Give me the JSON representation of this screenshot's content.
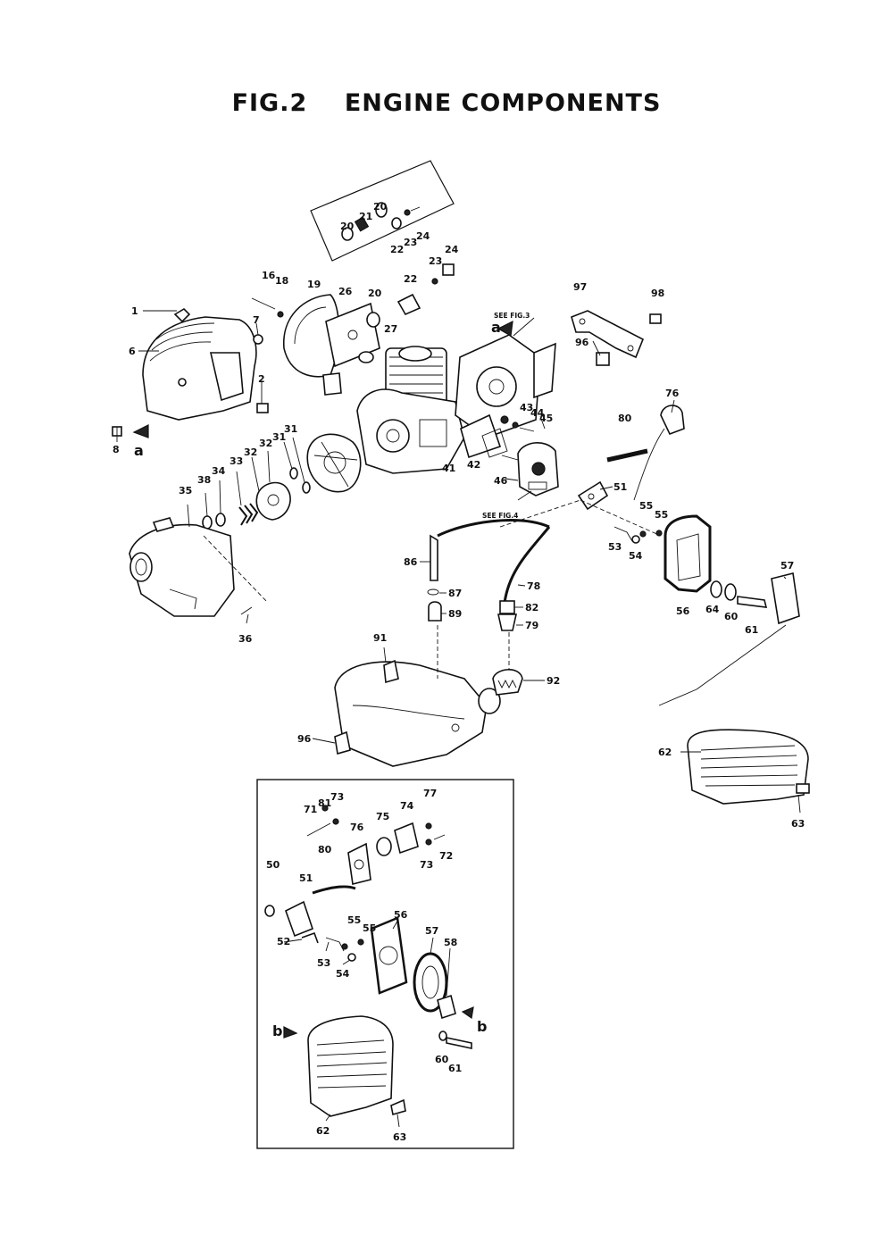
{
  "title": "FIG.2    ENGINE COMPONENTS",
  "references": {
    "fig3": "SEE FIG.3",
    "fig4": "SEE FIG.4"
  },
  "arrow_labels": {
    "a_top": "a",
    "a_left": "a",
    "b_left": "b",
    "b_right": "b"
  },
  "labels": [
    {
      "id": "l20a",
      "text": "20"
    },
    {
      "id": "l21",
      "text": "21"
    },
    {
      "id": "l20b",
      "text": "20"
    },
    {
      "id": "l22a",
      "text": "22"
    },
    {
      "id": "l23a",
      "text": "23"
    },
    {
      "id": "l24a",
      "text": "24"
    },
    {
      "id": "l16",
      "text": "16"
    },
    {
      "id": "l18",
      "text": "18"
    },
    {
      "id": "l19",
      "text": "19"
    },
    {
      "id": "l26",
      "text": "26"
    },
    {
      "id": "l20c",
      "text": "20"
    },
    {
      "id": "l22b",
      "text": "22"
    },
    {
      "id": "l23b",
      "text": "23"
    },
    {
      "id": "l24b",
      "text": "24"
    },
    {
      "id": "l27",
      "text": "27"
    },
    {
      "id": "l1",
      "text": "1"
    },
    {
      "id": "l6",
      "text": "6"
    },
    {
      "id": "l7",
      "text": "7"
    },
    {
      "id": "l2",
      "text": "2"
    },
    {
      "id": "l8",
      "text": "8"
    },
    {
      "id": "l97",
      "text": "97"
    },
    {
      "id": "l98",
      "text": "98"
    },
    {
      "id": "l96a",
      "text": "96"
    },
    {
      "id": "l76a",
      "text": "76"
    },
    {
      "id": "l80a",
      "text": "80"
    },
    {
      "id": "l43",
      "text": "43"
    },
    {
      "id": "l44",
      "text": "44"
    },
    {
      "id": "l45",
      "text": "45"
    },
    {
      "id": "l41",
      "text": "41"
    },
    {
      "id": "l42",
      "text": "42"
    },
    {
      "id": "l46",
      "text": "46"
    },
    {
      "id": "l51a",
      "text": "51"
    },
    {
      "id": "l55a",
      "text": "55"
    },
    {
      "id": "l55b",
      "text": "55"
    },
    {
      "id": "l53a",
      "text": "53"
    },
    {
      "id": "l54a",
      "text": "54"
    },
    {
      "id": "l57a",
      "text": "57"
    },
    {
      "id": "l56a",
      "text": "56"
    },
    {
      "id": "l64",
      "text": "64"
    },
    {
      "id": "l60a",
      "text": "60"
    },
    {
      "id": "l61a",
      "text": "61"
    },
    {
      "id": "l35",
      "text": "35"
    },
    {
      "id": "l38",
      "text": "38"
    },
    {
      "id": "l34",
      "text": "34"
    },
    {
      "id": "l33",
      "text": "33"
    },
    {
      "id": "l32a",
      "text": "32"
    },
    {
      "id": "l32b",
      "text": "32"
    },
    {
      "id": "l31a",
      "text": "31"
    },
    {
      "id": "l31b",
      "text": "31"
    },
    {
      "id": "l36",
      "text": "36"
    },
    {
      "id": "l86",
      "text": "86"
    },
    {
      "id": "l87",
      "text": "87"
    },
    {
      "id": "l89",
      "text": "89"
    },
    {
      "id": "l78",
      "text": "78"
    },
    {
      "id": "l82",
      "text": "82"
    },
    {
      "id": "l79",
      "text": "79"
    },
    {
      "id": "l91",
      "text": "91"
    },
    {
      "id": "l92",
      "text": "92"
    },
    {
      "id": "l96b",
      "text": "96"
    },
    {
      "id": "l62a",
      "text": "62"
    },
    {
      "id": "l63a",
      "text": "63"
    },
    {
      "id": "l71",
      "text": "71"
    },
    {
      "id": "l81",
      "text": "81"
    },
    {
      "id": "l73a",
      "text": "73"
    },
    {
      "id": "l76b",
      "text": "76"
    },
    {
      "id": "l75",
      "text": "75"
    },
    {
      "id": "l74",
      "text": "74"
    },
    {
      "id": "l77",
      "text": "77"
    },
    {
      "id": "l73b",
      "text": "73"
    },
    {
      "id": "l72",
      "text": "72"
    },
    {
      "id": "l80b",
      "text": "80"
    },
    {
      "id": "l50",
      "text": "50"
    },
    {
      "id": "l51b",
      "text": "51"
    },
    {
      "id": "l55c",
      "text": "55"
    },
    {
      "id": "l55d",
      "text": "55"
    },
    {
      "id": "l56b",
      "text": "56"
    },
    {
      "id": "l57b",
      "text": "57"
    },
    {
      "id": "l58",
      "text": "58"
    },
    {
      "id": "l52",
      "text": "52"
    },
    {
      "id": "l53b",
      "text": "53"
    },
    {
      "id": "l54b",
      "text": "54"
    },
    {
      "id": "l60b",
      "text": "60"
    },
    {
      "id": "l61b",
      "text": "61"
    },
    {
      "id": "l62b",
      "text": "62"
    },
    {
      "id": "l63b",
      "text": "63"
    }
  ]
}
